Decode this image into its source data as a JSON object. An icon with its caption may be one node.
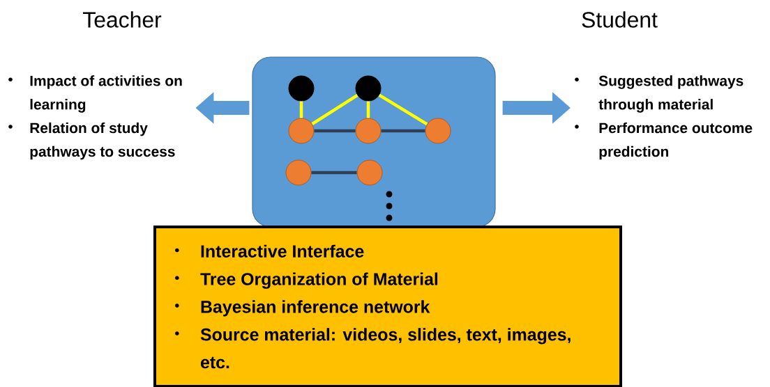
{
  "diagram": {
    "nodes": [
      {
        "text": [
          "Impact of activities on learning",
          "Relation of study pathways to success"
        ]
      },
      {
        "text": [],
        "shape": "box"
      },
      {
        "text": [],
        "shape": "circle",
        "in": 1
      },
      {
        "text": [],
        "shape": "circle",
        "in": 1
      },
      {
        "text": [],
        "shape": "circle",
        "in": 1
      },
      {
        "text": [],
        "shape": "circle",
        "in": 1
      },
      {
        "text": [],
        "shape": "circle",
        "in": 1
      },
      {
        "text": [],
        "shape": "circle",
        "in": 1
      },
      {
        "text": [],
        "shape": "circle",
        "in": 1
      },
      {
        "text": [
          "Suggested pathways through material",
          "Performance outcome prediction"
        ]
      },
      {
        "text": [
          "Interactive Interface",
          "Tree Organization of Material",
          "Bayesian inference network",
          "Source material: videos, slides, text, images, etc."
        ]
      }
    ],
    "edges": [
      {
        "from": 1,
        "to": 0,
        "arrow": "to",
        "style": "thick",
        "color": "#5b9bd5"
      },
      {
        "from": 1,
        "to": 9,
        "arrow": "to",
        "style": "thick",
        "color": "#5b9bd5"
      },
      {
        "from": 2,
        "to": 4,
        "arrow": "none",
        "color": "#ffff00"
      },
      {
        "from": 3,
        "to": 4,
        "arrow": "none",
        "color": "#ffff00"
      },
      {
        "from": 3,
        "to": 5,
        "arrow": "none",
        "color": "#ffff00"
      },
      {
        "from": 3,
        "to": 6,
        "arrow": "none",
        "color": "#ffff00"
      },
      {
        "from": 4,
        "to": 5,
        "arrow": "none",
        "color": "#2f3f55"
      },
      {
        "from": 5,
        "to": 6,
        "arrow": "none",
        "color": "#2f3f55"
      },
      {
        "from": 7,
        "to": 8,
        "arrow": "none",
        "color": "#2f3f55"
      }
    ],
    "labels": [
      "Teacher",
      "Student"
    ]
  }
}
